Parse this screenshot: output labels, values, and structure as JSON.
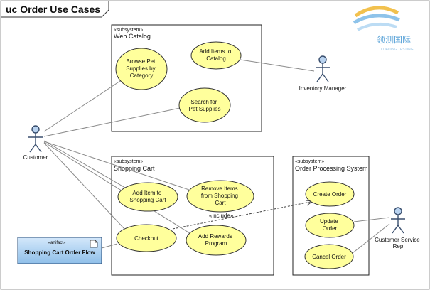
{
  "diagram": {
    "title": "uc Order Use Cases",
    "watermark": {
      "cn": "领测国际",
      "en": "LOADING TESTING"
    },
    "subsystems": {
      "web_catalog": {
        "stereotype": "«subsystem»",
        "name": "Web Catalog"
      },
      "shopping_cart": {
        "stereotype": "«subsystem»",
        "name": "Shopping Cart"
      },
      "order_processing": {
        "stereotype": "«subsystem»",
        "name": "Order Processing System"
      }
    },
    "actors": {
      "customer": "Customer",
      "inventory_manager": "Inventory Manager",
      "customer_service_rep": [
        "Customer Service",
        "Rep"
      ]
    },
    "use_cases": {
      "browse_pet_supplies": [
        "Browse Pet",
        "Supplies by",
        "Category"
      ],
      "add_items_to_catalog": [
        "Add Items to",
        "Catalog"
      ],
      "search_pet_supplies": [
        "Search for",
        "Pet Supplies"
      ],
      "add_item_to_cart": [
        "Add Item to",
        "Shopping Cart"
      ],
      "remove_items": [
        "Remove Items",
        "from Shopping",
        "Cart"
      ],
      "checkout": [
        "Checkout"
      ],
      "add_rewards": [
        "Add Rewards",
        "Program"
      ],
      "create_order": [
        "Create Order"
      ],
      "update_order": [
        "Update",
        "Order"
      ],
      "cancel_order": [
        "Cancel Order"
      ]
    },
    "include_label": "«include»",
    "artifact": {
      "stereotype": "«artifact»",
      "name": "Shopping Cart Order Flow"
    },
    "colors": {
      "use_case_fill": "#ffff9c",
      "artifact_fill": "#a8cff0",
      "actor_fill": "#b9d3f0",
      "line": "#8a8a8a"
    }
  }
}
